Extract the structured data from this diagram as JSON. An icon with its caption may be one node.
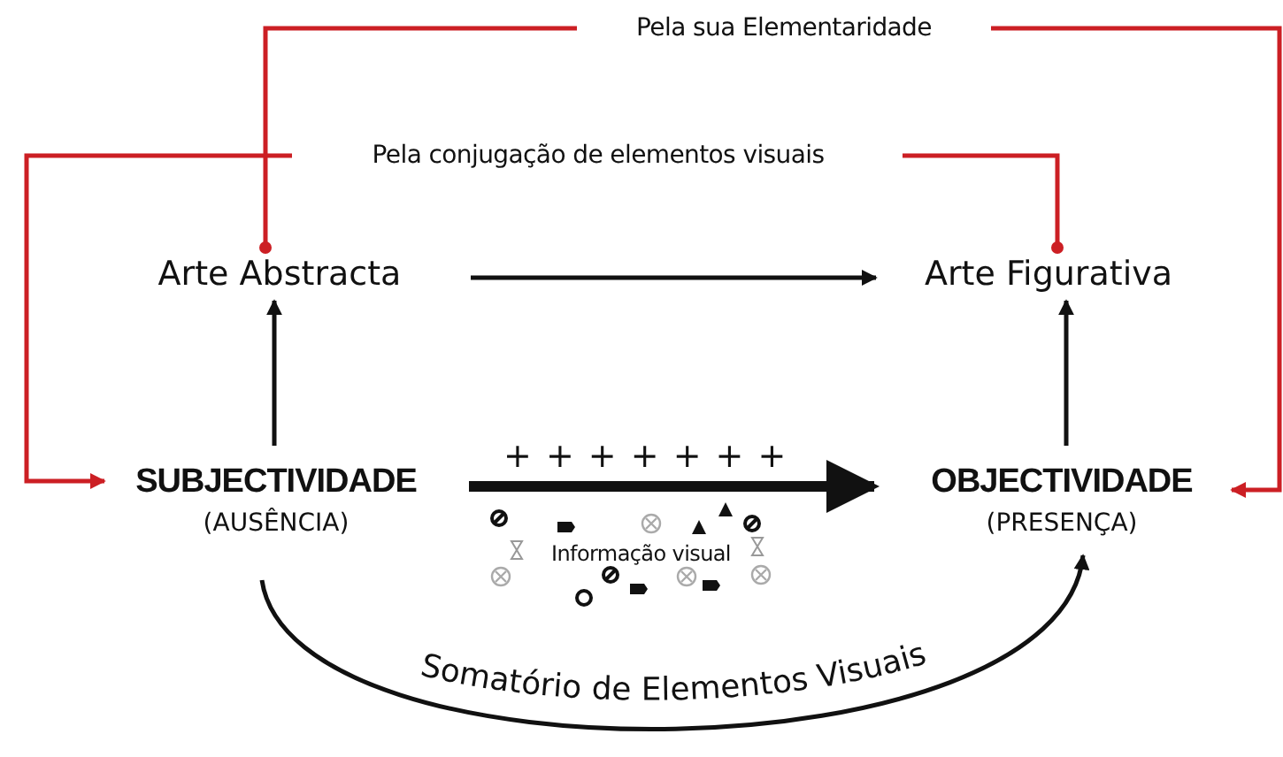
{
  "diagram": {
    "nodes": [
      {
        "text": [
          "Arte Abstracta"
        ]
      },
      {
        "text": [
          "Arte Figurativa"
        ]
      },
      {
        "text": [
          "SUBJECTIVIDADE",
          "(AUSÊNCIA)"
        ]
      },
      {
        "text": [
          "OBJECTIVIDADE",
          "(PRESENÇA)"
        ]
      },
      {
        "text": [
          "Pela sua Elementaridade"
        ]
      },
      {
        "text": [
          "Pela conjugação de elementos visuais"
        ]
      }
    ],
    "edges": [
      {
        "from": 0,
        "to": 1,
        "arrow": "to"
      },
      {
        "from": 2,
        "to": 0,
        "arrow": "to"
      },
      {
        "from": 3,
        "to": 1,
        "arrow": "to"
      },
      {
        "from": 2,
        "to": 3,
        "arrow": "to",
        "style": "thick"
      },
      {
        "from": 2,
        "to": 3,
        "arrow": "to",
        "label": "Somatório de Elementos Visuais"
      },
      {
        "from": 4,
        "to": 0,
        "arrow": "other",
        "color": "#cc1f24"
      },
      {
        "from": 4,
        "to": 3,
        "arrow": "to",
        "color": "#cc1f24"
      },
      {
        "from": 5,
        "to": 2,
        "arrow": "to",
        "color": "#cc1f24"
      },
      {
        "from": 5,
        "to": 1,
        "arrow": "other",
        "color": "#cc1f24"
      }
    ],
    "labels": [
      "+ + + + + + +",
      "Informação visual"
    ]
  }
}
